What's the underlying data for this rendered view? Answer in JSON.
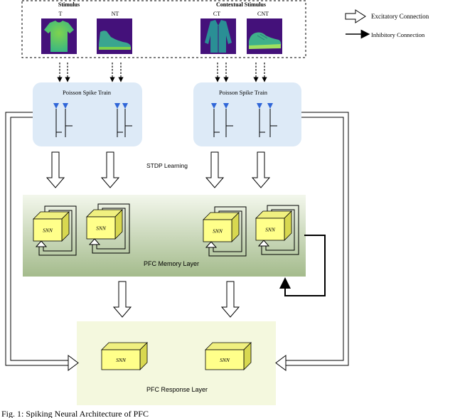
{
  "stimulus": {
    "label": "Stimulus",
    "items": [
      {
        "label": "T",
        "icon": "tshirt-icon"
      },
      {
        "label": "NT",
        "icon": "sneaker-icon"
      }
    ]
  },
  "contextual_stimulus": {
    "label": "Contextual Stimulus",
    "items": [
      {
        "label": "CT",
        "icon": "shirt-icon"
      },
      {
        "label": "CNT",
        "icon": "sneaker-icon"
      }
    ]
  },
  "legend": {
    "excitatory": "Excitatory Connection",
    "inhibitory": "Inhibitory Connection"
  },
  "poisson_left": "Poisson Spike Train",
  "poisson_right": "Poisson Spike Train",
  "stdp_label": "STDP Learning",
  "memory_layer": {
    "label": "PFC Memory Layer",
    "units": [
      "SNN",
      "SNN",
      "SNN",
      "SNN"
    ]
  },
  "response_layer": {
    "label": "PFC Response Layer",
    "units": [
      "SNN",
      "SNN"
    ]
  },
  "caption": "Fig. 1: Spiking Neural Architecture of PFC",
  "colors": {
    "spike_panel": "#ddeaf7",
    "memory_top": "#f3f7ec",
    "memory_bottom": "#a4bb8c",
    "response_bg": "#f4f8de",
    "snn_front": "#ffff8a",
    "snn_top": "#f0f080",
    "snn_side": "#d8d850",
    "spike_marker": "#2f66d8",
    "image_bg": "#44117a",
    "image_fg": "#2fb28a"
  }
}
